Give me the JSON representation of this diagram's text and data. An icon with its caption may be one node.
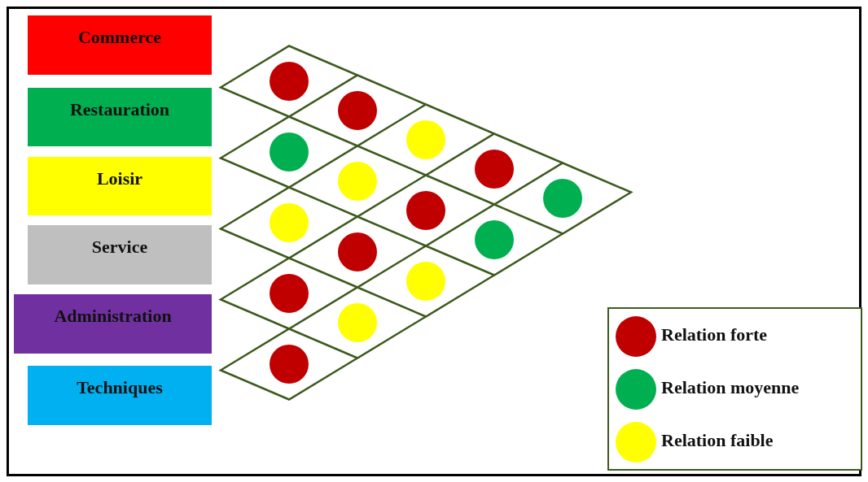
{
  "diagram": {
    "nodes": [
      {
        "text": [
          "Commerce"
        ]
      },
      {
        "text": [
          "Restauration"
        ]
      },
      {
        "text": [
          "Loisir"
        ]
      },
      {
        "text": [
          "Service"
        ]
      },
      {
        "text": [
          "Administration"
        ]
      },
      {
        "text": [
          "Techniques"
        ]
      },
      {
        "text": [],
        "shape": "circle"
      },
      {
        "text": [],
        "shape": "circle"
      },
      {
        "text": [],
        "shape": "circle"
      },
      {
        "text": [],
        "shape": "circle"
      },
      {
        "text": [],
        "shape": "circle"
      },
      {
        "text": [],
        "shape": "circle"
      },
      {
        "text": [],
        "shape": "circle"
      },
      {
        "text": [],
        "shape": "circle"
      },
      {
        "text": [],
        "shape": "circle"
      },
      {
        "text": [],
        "shape": "circle"
      },
      {
        "text": [],
        "shape": "circle"
      },
      {
        "text": [],
        "shape": "circle"
      },
      {
        "text": [],
        "shape": "circle"
      },
      {
        "text": [],
        "shape": "circle"
      },
      {
        "text": [],
        "shape": "circle"
      }
    ],
    "legend": [
      {
        "text": "Relation forte",
        "color": "#c00000"
      },
      {
        "text": "Relation moyenne",
        "color": "#00b050"
      },
      {
        "text": "Relation faible",
        "color": "#ffff00"
      }
    ]
  }
}
